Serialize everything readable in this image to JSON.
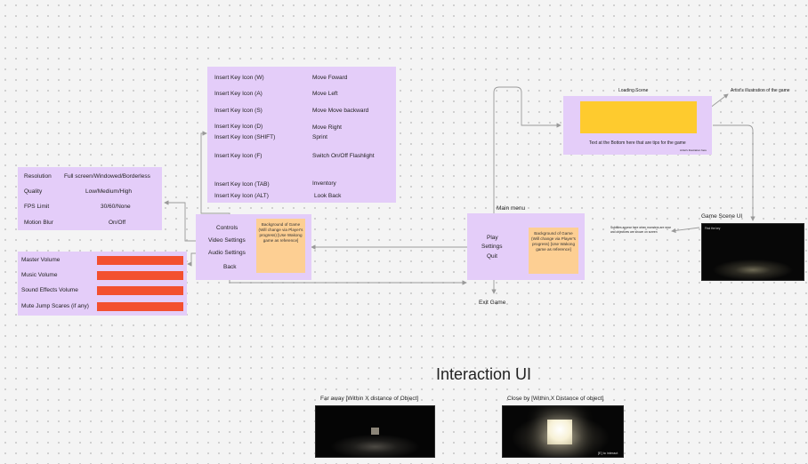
{
  "controls_panel": {
    "rows": [
      {
        "key": "Insert Key Icon (W)",
        "action": "Move Foward"
      },
      {
        "key": "Insert Key Icon (A)",
        "action": "Move Left"
      },
      {
        "key": "Insert Key Icon (S)",
        "action": "Move Move backward"
      },
      {
        "key": "Insert Key Icon (D)",
        "action": "Move Right"
      },
      {
        "key": "Insert Key Icon (SHIFT)",
        "action": "Sprint"
      },
      {
        "key": "Insert Key Icon (F)",
        "action": "Switch On/Off Flashlight"
      },
      {
        "key": "Insert Key Icon (TAB)",
        "action": "Inventory"
      },
      {
        "key": "Insert Key Icon (ALT)",
        "action": "Look Back"
      }
    ]
  },
  "video_panel": {
    "rows": [
      {
        "label": "Resolution",
        "value": "Full screen/Windowed/Borderless"
      },
      {
        "label": "Quality",
        "value": "Low/Medium/High"
      },
      {
        "label": "FPS Limit",
        "value": "30/60/None"
      },
      {
        "label": "Motion Blur",
        "value": "On/Off"
      }
    ]
  },
  "audio_panel": {
    "rows": [
      {
        "label": "Master Volume"
      },
      {
        "label": "Music Volume"
      },
      {
        "label": "Sound Effects Volume"
      },
      {
        "label": "Mute Jump Scares (if any)"
      }
    ]
  },
  "settings_menu": {
    "items": [
      "Controls",
      "Video Settings",
      "Audio Settings",
      "Back"
    ],
    "note": "Background of Game (Will change via Player's progress) [Use Wakong game as reference]"
  },
  "main_menu": {
    "title": "Main menu",
    "items": [
      "Play",
      "Settings",
      "Quit"
    ],
    "note": "Background of Game (Will change via Player's progress) [Use Wakong game as reference]",
    "exit_label": "Exit Game"
  },
  "loading_scene": {
    "title": "Loading Scene",
    "caption": "Text at the Bottom here that are tips for the game",
    "small_text": "Artist's illustration here",
    "annotation": "Artist's illustration of the game",
    "illustration_color": "#fecb2e"
  },
  "game_scene": {
    "title": "Game Scene UI",
    "side_note": "Subtitles appear here when monsters are near and objectives are shown on screen",
    "hud_text": "Find the key"
  },
  "interaction": {
    "title": "Interaction UI",
    "far_label": "Far away [Within X distance of Object]",
    "close_label": "Close by [Within X Distance of object]",
    "prompt": "[E] to interact"
  },
  "colors": {
    "panel": "#e4cdf9",
    "note": "#fdcf93",
    "slider": "#f3502f",
    "connector": "#9a9a9a"
  }
}
